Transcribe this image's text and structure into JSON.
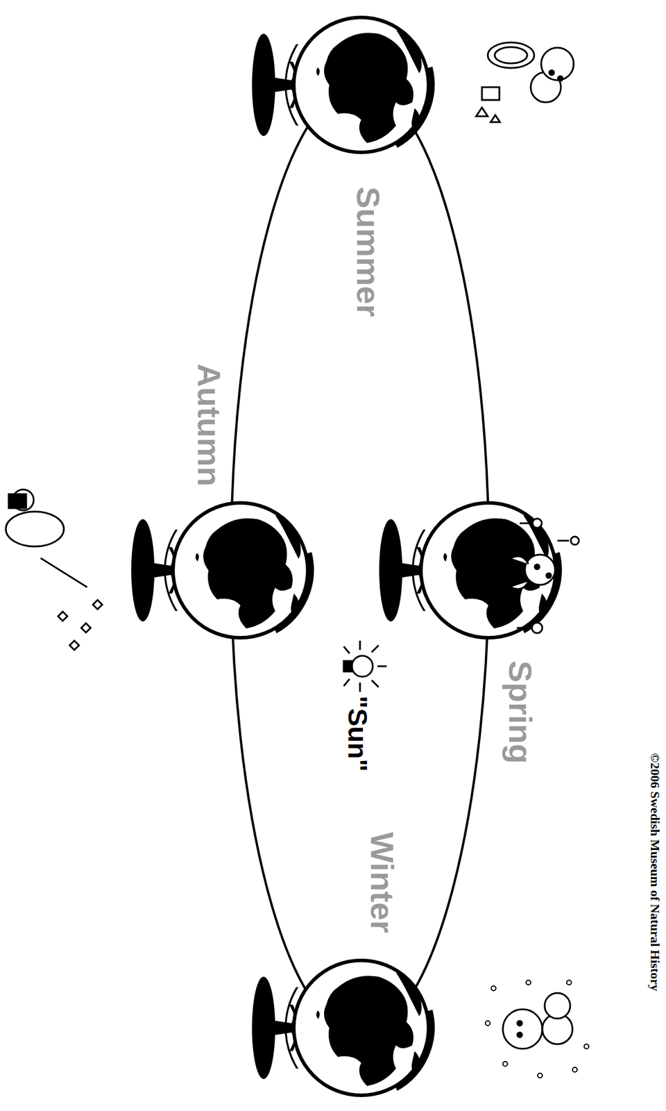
{
  "diagram": {
    "labels": [
      "Summer",
      "Autumn",
      "Spring",
      "Winter",
      "\"Sun\"",
      "©2006 Swedish Museum of Natural History"
    ]
  }
}
